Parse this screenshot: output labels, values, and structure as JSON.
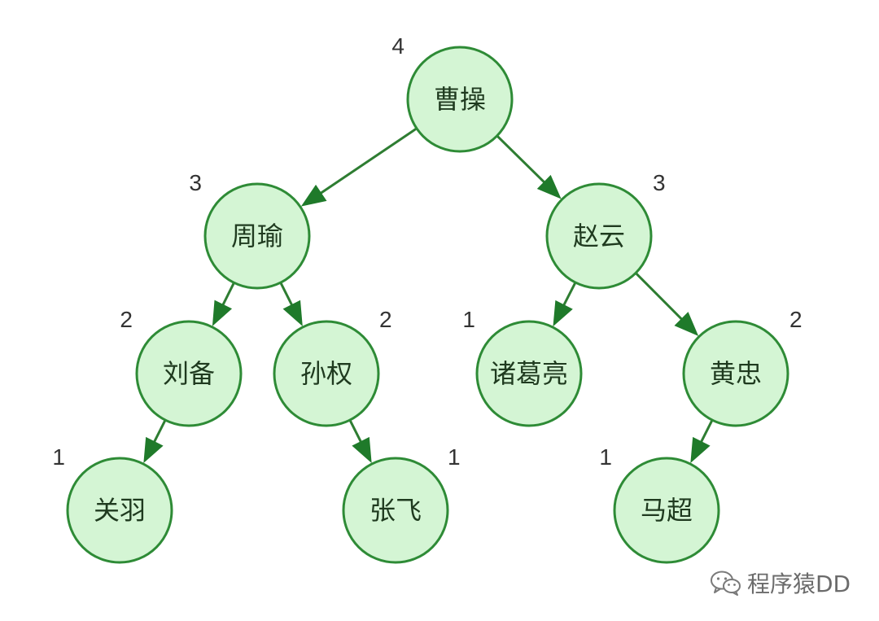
{
  "tree": {
    "nodes": [
      {
        "id": "caocao",
        "label": "曹操",
        "height": "4"
      },
      {
        "id": "zhouyu",
        "label": "周瑜",
        "height": "3"
      },
      {
        "id": "zhaoyun",
        "label": "赵云",
        "height": "3"
      },
      {
        "id": "liubei",
        "label": "刘备",
        "height": "2"
      },
      {
        "id": "sunquan",
        "label": "孙权",
        "height": "2"
      },
      {
        "id": "zhugeliang",
        "label": "诸葛亮",
        "height": "1"
      },
      {
        "id": "huangzhong",
        "label": "黄忠",
        "height": "2"
      },
      {
        "id": "guanyu",
        "label": "关羽",
        "height": "1"
      },
      {
        "id": "zhangfei",
        "label": "张飞",
        "height": "1"
      },
      {
        "id": "machao",
        "label": "马超",
        "height": "1"
      }
    ],
    "edges": [
      {
        "from": "caocao",
        "to": "zhouyu"
      },
      {
        "from": "caocao",
        "to": "zhaoyun"
      },
      {
        "from": "zhouyu",
        "to": "liubei"
      },
      {
        "from": "zhouyu",
        "to": "sunquan"
      },
      {
        "from": "zhaoyun",
        "to": "zhugeliang"
      },
      {
        "from": "zhaoyun",
        "to": "huangzhong"
      },
      {
        "from": "liubei",
        "to": "guanyu"
      },
      {
        "from": "sunquan",
        "to": "zhangfei"
      },
      {
        "from": "huangzhong",
        "to": "machao"
      }
    ]
  },
  "watermark": {
    "text": "程序猿DD",
    "icon": "wechat-icon"
  },
  "colors": {
    "node_fill": "#d4f5d4",
    "node_stroke": "#2e8b36",
    "edge": "#2e7d32",
    "arrow": "#1f7a2a"
  }
}
